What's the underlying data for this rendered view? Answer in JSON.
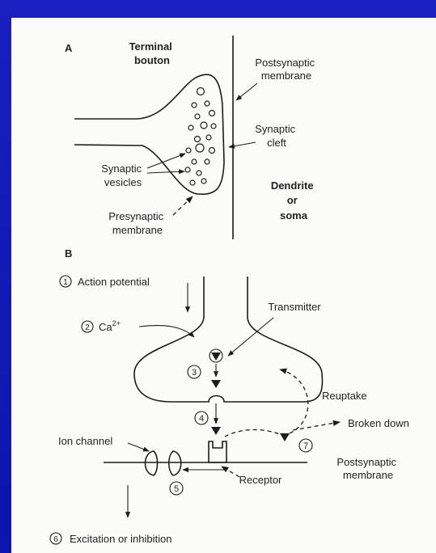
{
  "panel_a": {
    "letter": "A",
    "terminal_bouton": [
      "Terminal",
      "bouton"
    ],
    "postsynaptic_membrane": [
      "Postsynaptic",
      "membrane"
    ],
    "synaptic_cleft": [
      "Synaptic",
      "cleft"
    ],
    "synaptic_vesicles": [
      "Synaptic",
      "vesicles"
    ],
    "dendrite_or_soma": [
      "Dendrite",
      "or",
      "soma"
    ],
    "presynaptic_membrane": [
      "Presynaptic",
      "membrane"
    ]
  },
  "panel_b": {
    "letter": "B",
    "step1": {
      "num": "1",
      "text": "Action potential"
    },
    "step2": {
      "num": "2",
      "text": "Ca",
      "sup": "2+"
    },
    "step3": {
      "num": "3"
    },
    "step4": {
      "num": "4"
    },
    "step5": {
      "num": "5"
    },
    "step6": {
      "num": "6",
      "text": "Excitation or inhibition"
    },
    "step7": {
      "num": "7"
    },
    "transmitter": "Transmitter",
    "reuptake": "Reuptake",
    "broken_down": "Broken down",
    "ion_channel": "Ion channel",
    "receptor": "Receptor",
    "postsynaptic_membrane": [
      "Postsynaptic",
      "membrane"
    ]
  },
  "colors": {
    "background": "#0f17b8",
    "paper": "#fbfbf9",
    "ink": "#1c1c1c"
  }
}
